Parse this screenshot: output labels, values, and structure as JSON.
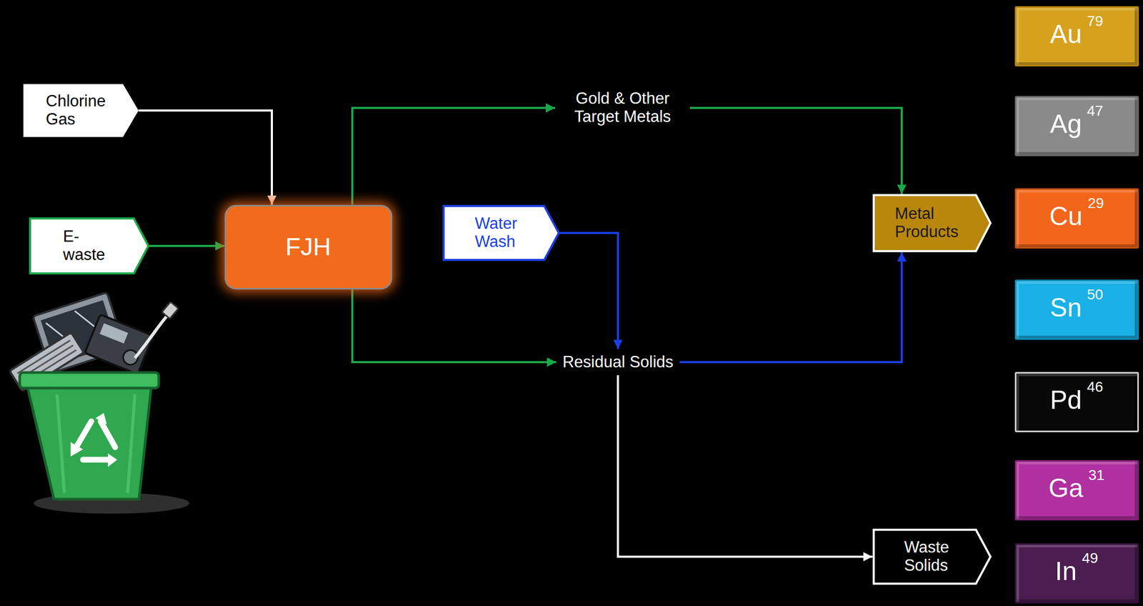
{
  "diagram": {
    "nodes": [
      {
        "text": [
          "Chlorine Gas"
        ]
      },
      {
        "text": [
          "E-waste"
        ]
      },
      {
        "text": [
          "FJH"
        ]
      },
      {
        "text": [
          "Gold & Other Target Metals"
        ]
      },
      {
        "text": [
          "Water Wash"
        ]
      },
      {
        "text": [
          "Residual Solids"
        ]
      },
      {
        "text": [
          "Metal Products"
        ]
      },
      {
        "text": [
          "Waste Solids"
        ]
      },
      {
        "text": [
          "Au",
          "79"
        ]
      },
      {
        "text": [
          "Ag",
          "47"
        ]
      },
      {
        "text": [
          "Cu",
          "29"
        ]
      },
      {
        "text": [
          "Sn",
          "50"
        ]
      },
      {
        "text": [
          "Pd",
          "46"
        ]
      },
      {
        "text": [
          "Ga",
          "31"
        ]
      },
      {
        "text": [
          "In",
          "49"
        ]
      }
    ],
    "edges": [
      {
        "from": 0,
        "to": 2,
        "arrow": "to"
      },
      {
        "from": 1,
        "to": 2,
        "arrow": "to"
      },
      {
        "from": 2,
        "to": 3,
        "arrow": "to"
      },
      {
        "from": 2,
        "to": 5,
        "arrow": "to"
      },
      {
        "from": 3,
        "to": 6,
        "arrow": "to"
      },
      {
        "from": 4,
        "to": 5,
        "arrow": "to"
      },
      {
        "from": 5,
        "to": 6,
        "arrow": "to"
      },
      {
        "from": 5,
        "to": 7,
        "arrow": "to"
      }
    ]
  }
}
